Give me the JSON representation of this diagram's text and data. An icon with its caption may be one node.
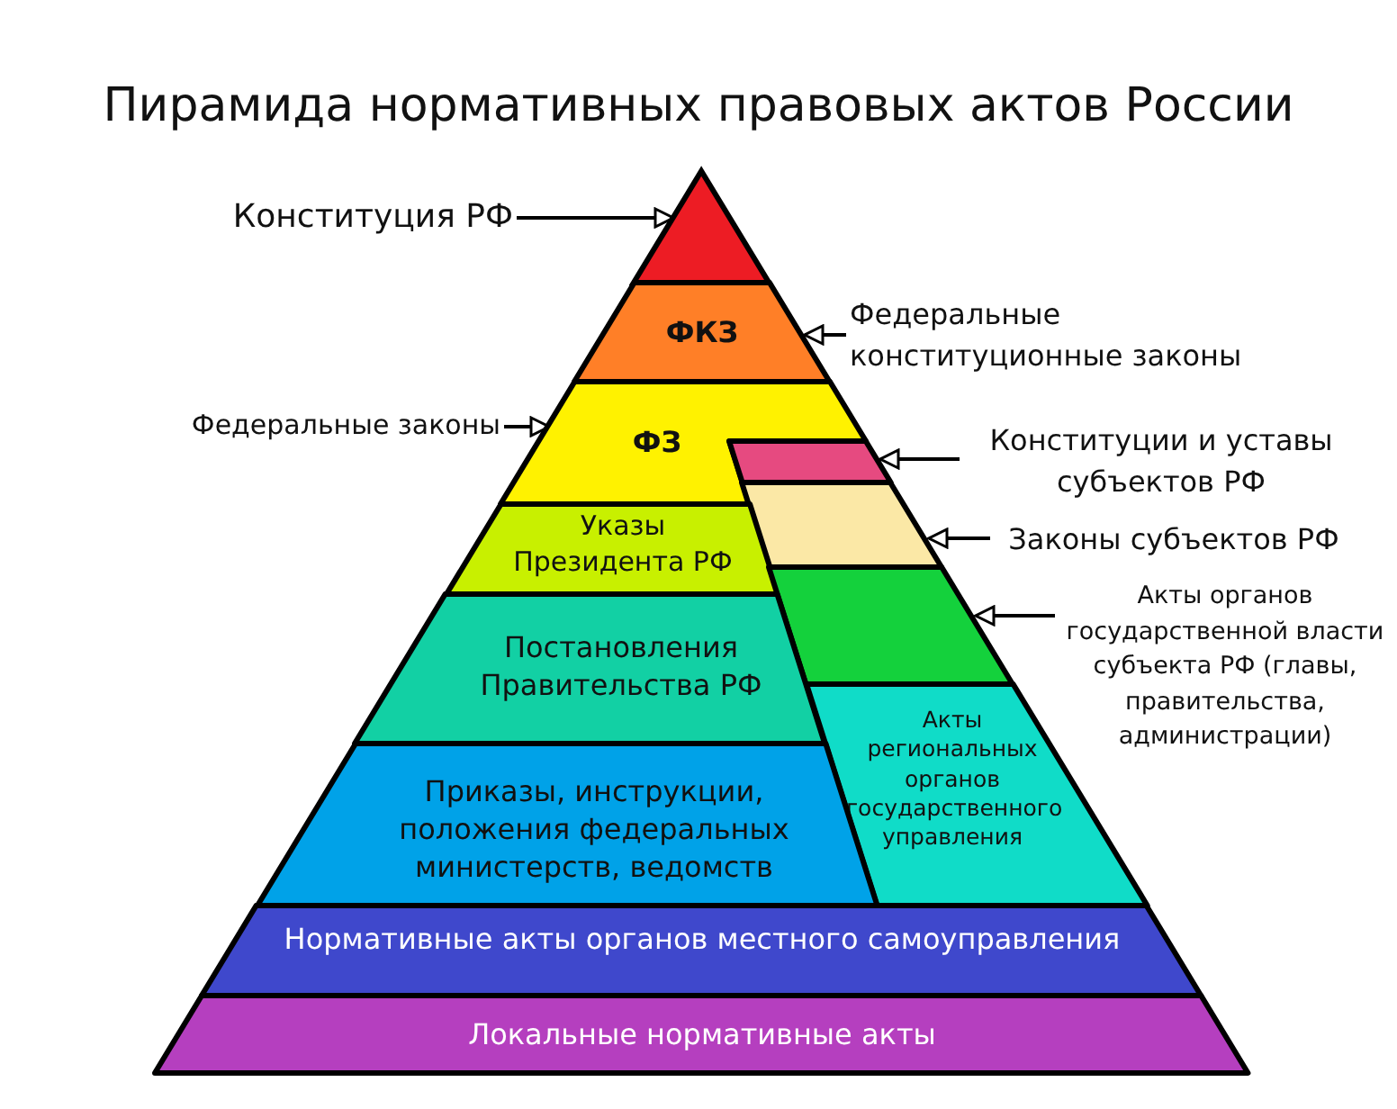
{
  "diagram": {
    "title": "Пирамида нормативных правовых актов России",
    "nodes": [
      {
        "text": [
          "Конституция РФ"
        ]
      },
      {
        "text": [],
        "shape": "triangle"
      },
      {
        "text": [
          "ФКЗ"
        ]
      },
      {
        "text": [
          "Федеральные конституционные законы"
        ]
      },
      {
        "text": [
          "Федеральные законы"
        ]
      },
      {
        "text": [
          "ФЗ"
        ]
      },
      {
        "text": [
          "Конституции и уставы субъектов РФ"
        ]
      },
      {
        "text": [],
        "shape": "band"
      },
      {
        "text": [
          "Законы субъектов РФ"
        ]
      },
      {
        "text": [],
        "shape": "band"
      },
      {
        "text": [
          "Указы Президента РФ"
        ]
      },
      {
        "text": [],
        "shape": "band"
      },
      {
        "text": [
          "Акты органов государственной власти субъекта РФ (главы, правительства, администрации)"
        ]
      },
      {
        "text": [
          "Постановления Правительства РФ"
        ]
      },
      {
        "text": [
          "Акты региональных органов государственного управления"
        ]
      },
      {
        "text": [
          "Приказы, инструкции, положения федеральных министерств, ведомств"
        ]
      },
      {
        "text": [
          "Нормативные акты органов местного самоуправления"
        ]
      },
      {
        "text": [
          "Локальные нормативные акты"
        ]
      }
    ],
    "edges": [
      {
        "from": 0,
        "to": 1,
        "arrow": "to"
      },
      {
        "from": 3,
        "to": 2,
        "arrow": "to"
      },
      {
        "from": 4,
        "to": 5,
        "arrow": "to"
      },
      {
        "from": 6,
        "to": 7,
        "arrow": "to"
      },
      {
        "from": 8,
        "to": 9,
        "arrow": "to"
      },
      {
        "from": 12,
        "to": 11,
        "arrow": "to"
      }
    ]
  }
}
